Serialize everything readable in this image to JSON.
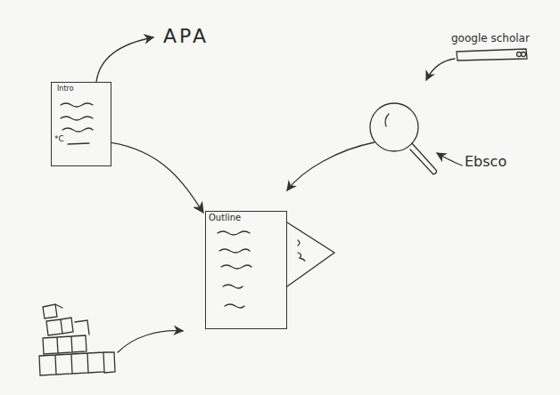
{
  "diagram": {
    "nodes": [
      {
        "text": [
          "Intro",
          "*C"
        ]
      },
      {
        "text": [
          "Outline"
        ]
      }
    ],
    "edges": [
      {
        "from": 0,
        "to": 1,
        "arrow": "to"
      }
    ],
    "labels": [
      "APA",
      "google scholar",
      "Ebsco"
    ]
  }
}
